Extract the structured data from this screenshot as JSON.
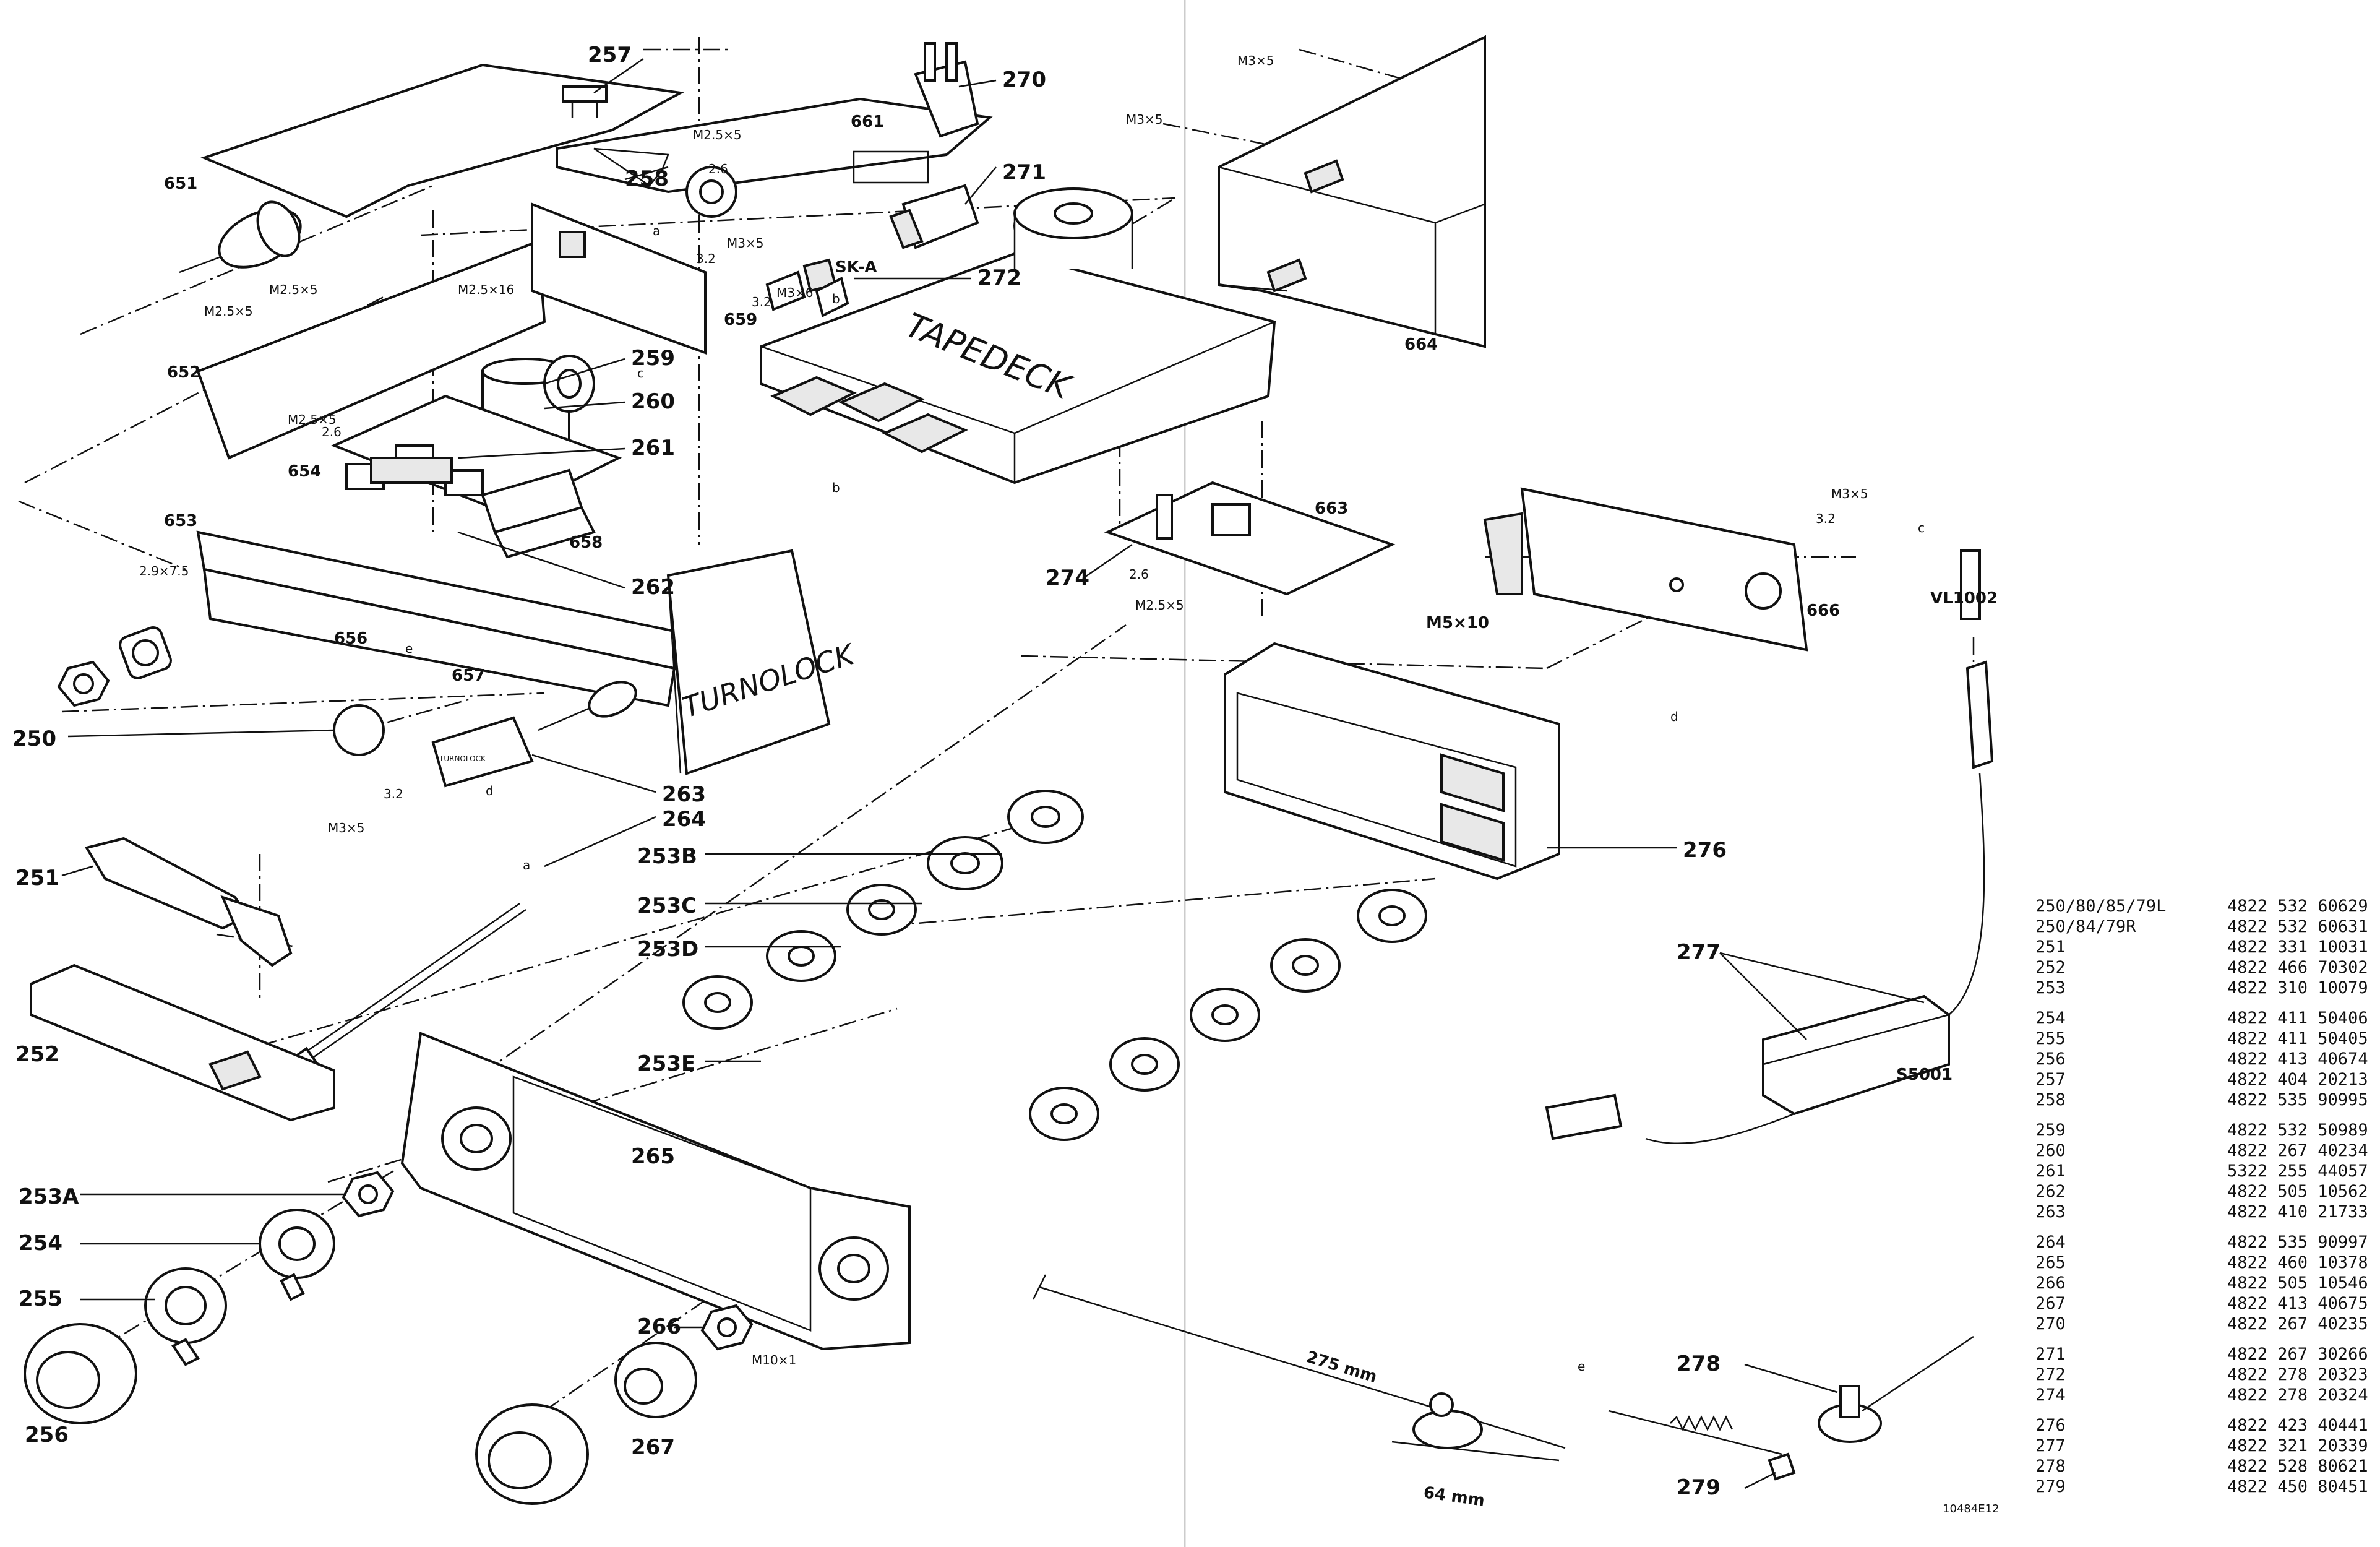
{
  "labels": {
    "l257": "257",
    "l270": "270",
    "l661": "661",
    "l651": "651",
    "l271": "271",
    "l258": "258",
    "l272": "272",
    "l652": "652",
    "l259": "259",
    "l260": "260",
    "l261": "261",
    "l654": "654",
    "l653": "653",
    "l262": "262",
    "l274": "274",
    "l663": "663",
    "l664": "664",
    "l666": "666",
    "l656": "656",
    "l657": "657",
    "l250": "250",
    "l263": "263",
    "l264": "264",
    "l251": "251",
    "l253B": "253B",
    "l253C": "253C",
    "l253D": "253D",
    "l253E": "253E",
    "l252": "252",
    "l265": "265",
    "l276": "276",
    "l277": "277",
    "l253A": "253A",
    "l254": "254",
    "l255": "255",
    "l266": "266",
    "l256": "256",
    "l267": "267",
    "l278": "278",
    "l279": "279",
    "l658": "658",
    "l659": "659"
  },
  "small_labels": {
    "m25x5_top": "M2.5×5",
    "d26_top": "2.6",
    "d32_top": "3.2",
    "m3x5_mid": "M3×5",
    "m3x6": "M3×6",
    "d32_mid": "3.2",
    "ska": "SK-A",
    "m25x5_a": "M2.5×5",
    "m25x5_b": "M2.5×5",
    "m25x16": "M2.5×16",
    "m25x5_c": "M2.5×5",
    "d26_c": "2.6",
    "s29x75": "2.9×7.5",
    "m3x5_r1": "M3×5",
    "m3x5_r2": "M3×5",
    "m3x5_r3": "M3×5",
    "d32_r": "3.2",
    "vl1002": "VL1002",
    "m5x10": "M5×10",
    "d26_274": "2.6",
    "m25x5_274": "M2.5×5",
    "m3x5_bot": "M3×5",
    "d32_bot": "3.2",
    "m10x1": "M10×1",
    "s5001": "S5001",
    "dim275": "275 mm",
    "dim64": "64 mm",
    "ref_a": "a",
    "ref_b": "b",
    "ref_c": "c",
    "ref_d": "d",
    "ref_e": "e",
    "ref_c2": "c",
    "ref_d2": "d",
    "ref_e2": "e",
    "ref_a2": "a",
    "ref_b2": "b"
  },
  "box_text": {
    "tapedeck": "TAPEDECK",
    "turnolock": "TURNOLOCK",
    "turnolock_small": "TURNOLOCK"
  },
  "parts_list": [
    {
      "ref": "250/80/85/79L",
      "pn": "4822 532 60629",
      "gap": false
    },
    {
      "ref": "250/84/79R",
      "pn": "4822 532 60631",
      "gap": false
    },
    {
      "ref": "251",
      "pn": "4822 331 10031",
      "gap": false
    },
    {
      "ref": "252",
      "pn": "4822 466 70302",
      "gap": false
    },
    {
      "ref": "253",
      "pn": "4822 310 10079",
      "gap": false
    },
    {
      "ref": "254",
      "pn": "4822 411 50406",
      "gap": true
    },
    {
      "ref": "255",
      "pn": "4822 411 50405",
      "gap": false
    },
    {
      "ref": "256",
      "pn": "4822 413 40674",
      "gap": false
    },
    {
      "ref": "257",
      "pn": "4822 404 20213",
      "gap": false
    },
    {
      "ref": "258",
      "pn": "4822 535 90995",
      "gap": false
    },
    {
      "ref": "259",
      "pn": "4822 532 50989",
      "gap": true
    },
    {
      "ref": "260",
      "pn": "4822 267 40234",
      "gap": false
    },
    {
      "ref": "261",
      "pn": "5322 255 44057",
      "gap": false
    },
    {
      "ref": "262",
      "pn": "4822 505 10562",
      "gap": false
    },
    {
      "ref": "263",
      "pn": "4822 410 21733",
      "gap": false
    },
    {
      "ref": "264",
      "pn": "4822 535 90997",
      "gap": true
    },
    {
      "ref": "265",
      "pn": "4822 460 10378",
      "gap": false
    },
    {
      "ref": "266",
      "pn": "4822 505 10546",
      "gap": false
    },
    {
      "ref": "267",
      "pn": "4822 413 40675",
      "gap": false
    },
    {
      "ref": "270",
      "pn": "4822 267 40235",
      "gap": false
    },
    {
      "ref": "271",
      "pn": "4822 267 30266",
      "gap": true
    },
    {
      "ref": "272",
      "pn": "4822 278 20323",
      "gap": false
    },
    {
      "ref": "274",
      "pn": "4822 278 20324",
      "gap": false
    },
    {
      "ref": "276",
      "pn": "4822 423 40441",
      "gap": true
    },
    {
      "ref": "277",
      "pn": "4822 321 20339",
      "gap": false
    },
    {
      "ref": "278",
      "pn": "4822 528 80621",
      "gap": false
    },
    {
      "ref": "279",
      "pn": "4822 450 80451",
      "gap": false
    }
  ],
  "drawing_number": "10484E12"
}
